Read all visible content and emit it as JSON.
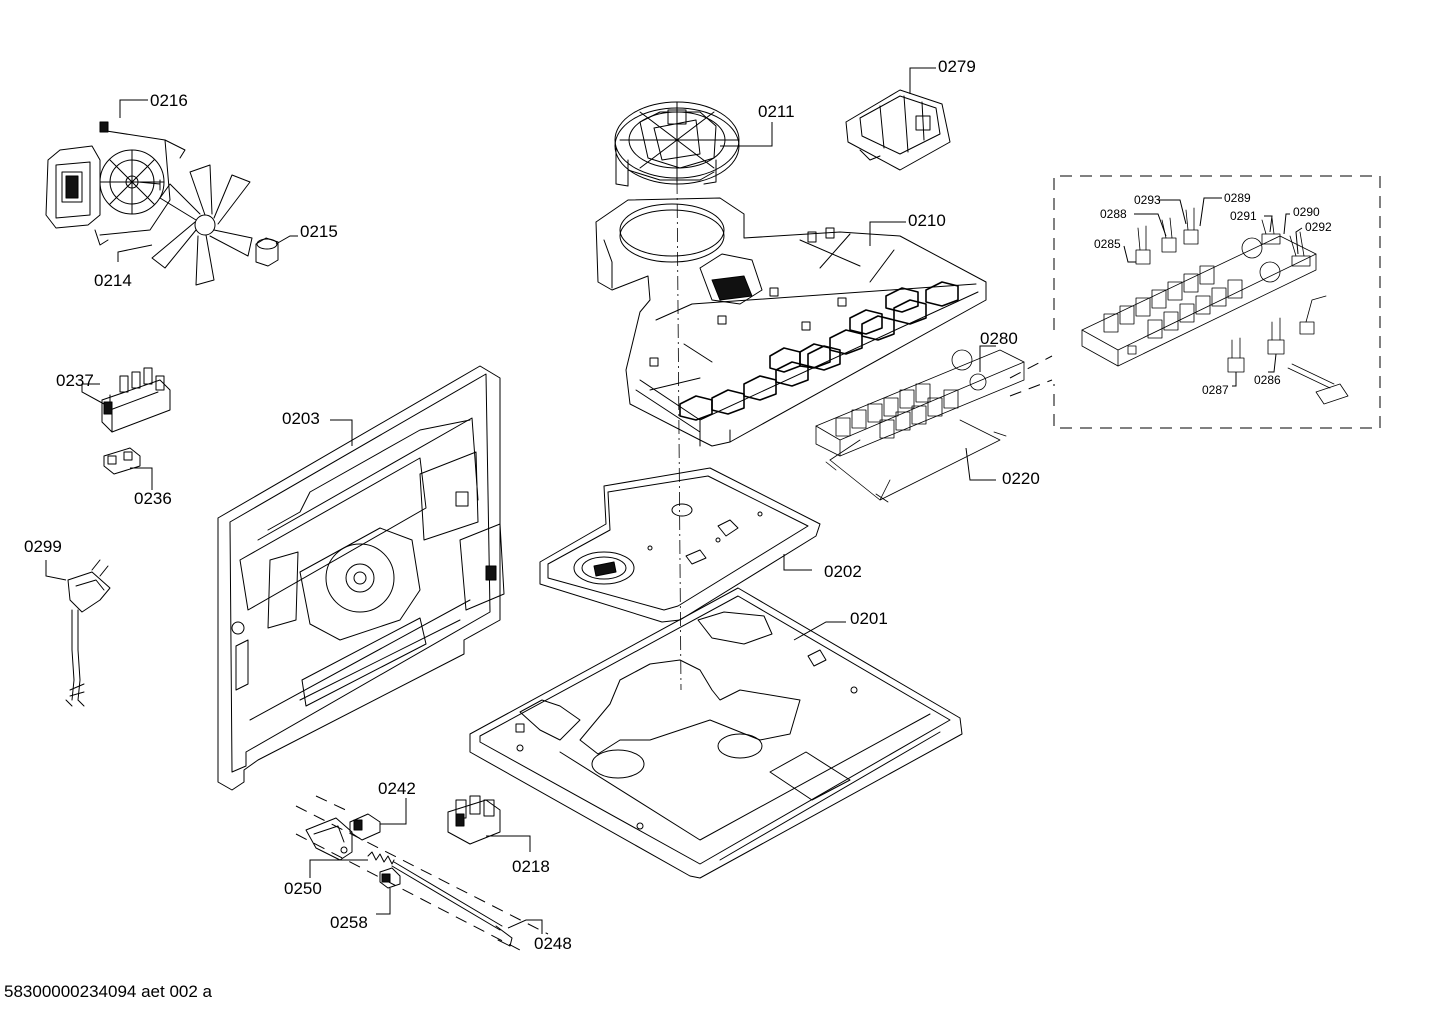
{
  "diagram": {
    "callouts": {
      "p0216": "0216",
      "p0214": "0214",
      "p0215": "0215",
      "p0211": "0211",
      "p0279": "0279",
      "p0210": "0210",
      "p0293": "0293",
      "p0289": "0289",
      "p0288": "0288",
      "p0291": "0291",
      "p0290": "0290",
      "p0292": "0292",
      "p0285": "0285",
      "p0287": "0287",
      "p0286": "0286",
      "p0280": "0280",
      "p0220": "0220",
      "p0237": "0237",
      "p0236": "0236",
      "p0203": "0203",
      "p0299": "0299",
      "p0202": "0202",
      "p0201": "0201",
      "p0242": "0242",
      "p0218": "0218",
      "p0250": "0250",
      "p0258": "0258",
      "p0248": "0248"
    },
    "footer_reference": "58300000234094 aet 002 a"
  }
}
